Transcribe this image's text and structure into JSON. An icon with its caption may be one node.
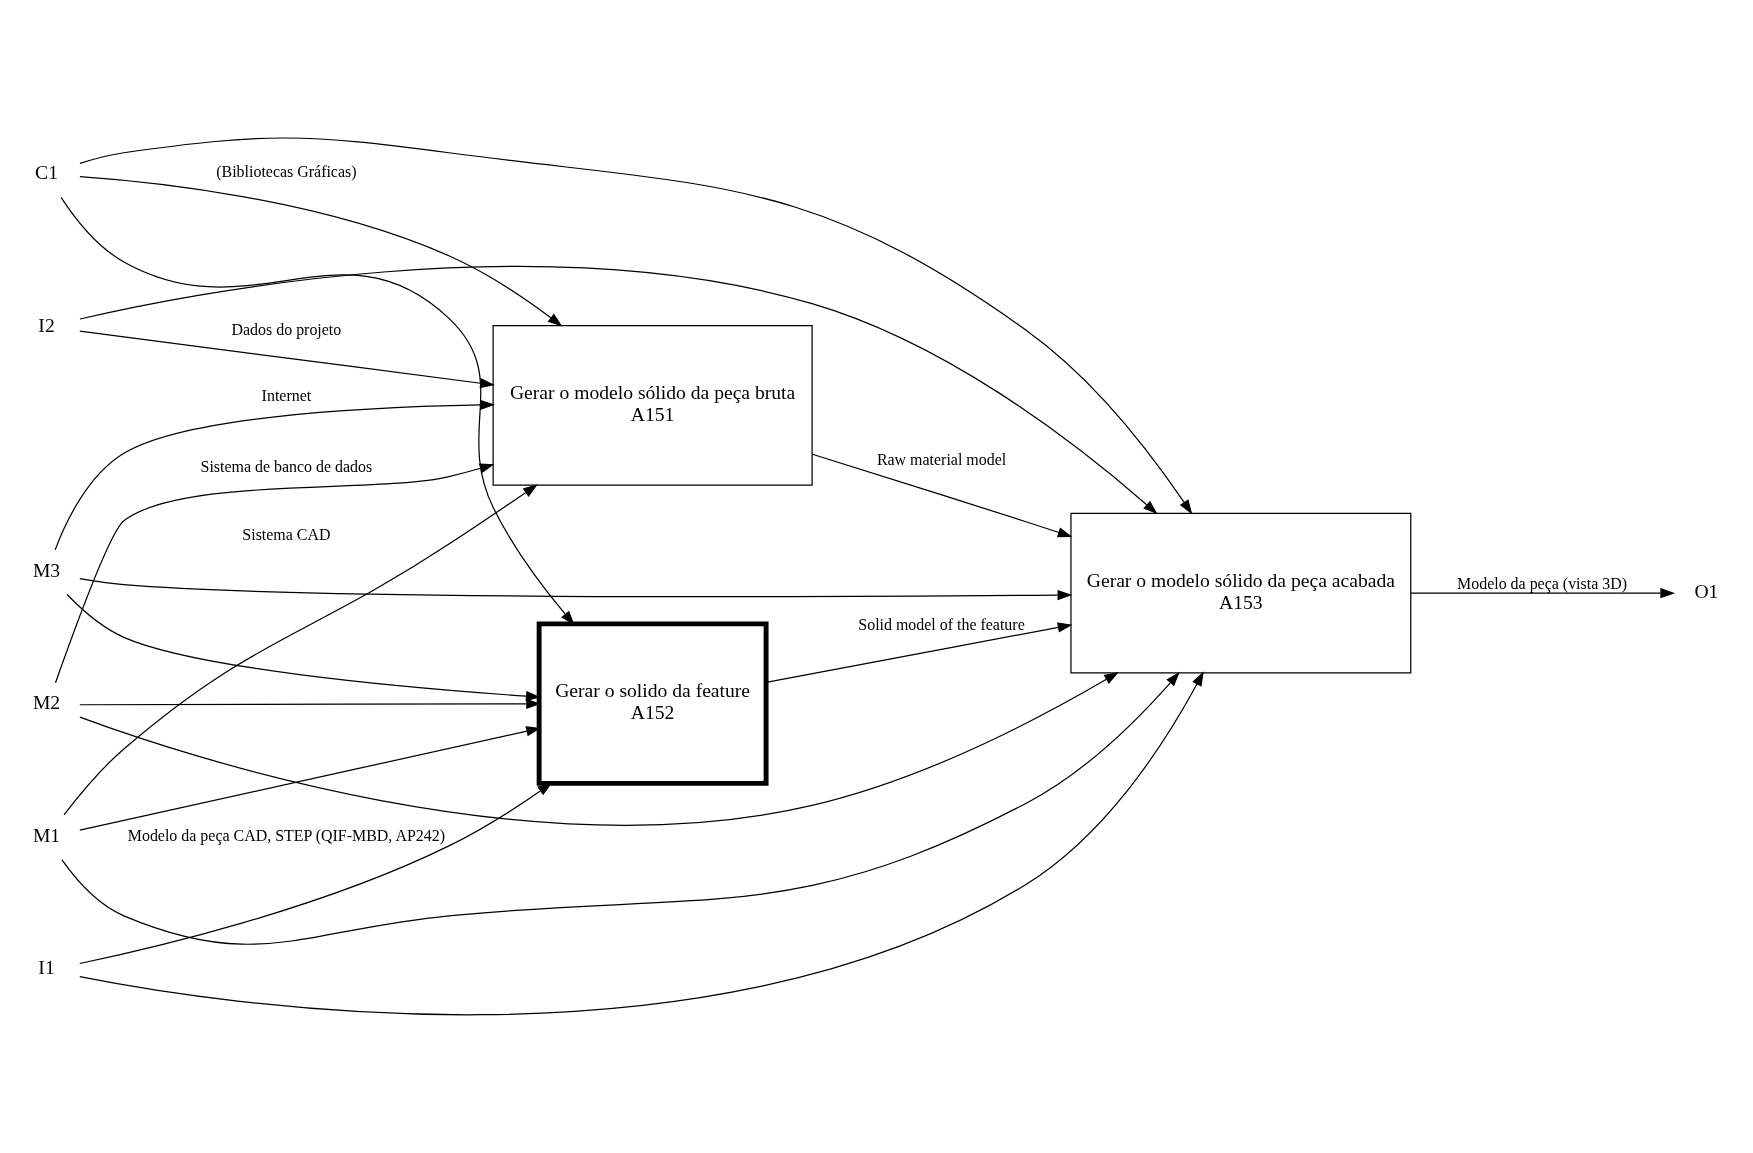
{
  "diagram": {
    "nodes": [
      {
        "text": [
          "C1"
        ]
      },
      {
        "text": [
          "I2"
        ]
      },
      {
        "text": [
          "I1"
        ]
      },
      {
        "text": [
          "Gerar o modelo sólido da peça bruta",
          "A151"
        ]
      },
      {
        "text": [
          "Gerar o solido da feature",
          "A152"
        ]
      },
      {
        "text": [
          "Gerar o modelo sólido da peça acabada",
          "A153"
        ]
      },
      {
        "text": [
          "O1"
        ]
      },
      {
        "text": [
          "M3"
        ]
      },
      {
        "text": [
          "M2"
        ]
      },
      {
        "text": [
          "M1"
        ]
      }
    ],
    "edges": [
      {
        "from": 0,
        "to": 3,
        "arrow": "to",
        "label": "(Bibliotecas Gráficas)"
      },
      {
        "from": 0,
        "to": 4,
        "arrow": "to"
      },
      {
        "from": 0,
        "to": 5,
        "arrow": "to"
      },
      {
        "from": 1,
        "to": 3,
        "arrow": "to",
        "label": "Dados do projeto"
      },
      {
        "from": 1,
        "to": 5,
        "arrow": "to"
      },
      {
        "from": 2,
        "to": 4,
        "arrow": "to",
        "label": "Modelo da peça CAD, STEP (QIF-MBD, AP242)"
      },
      {
        "from": 2,
        "to": 5,
        "arrow": "to"
      },
      {
        "from": 3,
        "to": 5,
        "arrow": "to",
        "label": "Raw material model"
      },
      {
        "from": 4,
        "to": 5,
        "arrow": "to",
        "label": "Solid model of the feature"
      },
      {
        "from": 5,
        "to": 6,
        "arrow": "to",
        "label": "Modelo da peça (vista 3D)"
      },
      {
        "from": 7,
        "to": 3,
        "arrow": "to",
        "label": "Internet"
      },
      {
        "from": 7,
        "to": 4,
        "arrow": "to"
      },
      {
        "from": 7,
        "to": 5,
        "arrow": "to"
      },
      {
        "from": 8,
        "to": 3,
        "arrow": "to",
        "label": "Sistema de banco de dados"
      },
      {
        "from": 8,
        "to": 4,
        "arrow": "to"
      },
      {
        "from": 8,
        "to": 5,
        "arrow": "to"
      },
      {
        "from": 9,
        "to": 3,
        "arrow": "to",
        "label": "Sistema CAD"
      },
      {
        "from": 9,
        "to": 4,
        "arrow": "to"
      },
      {
        "from": 9,
        "to": 5,
        "arrow": "to"
      }
    ]
  }
}
